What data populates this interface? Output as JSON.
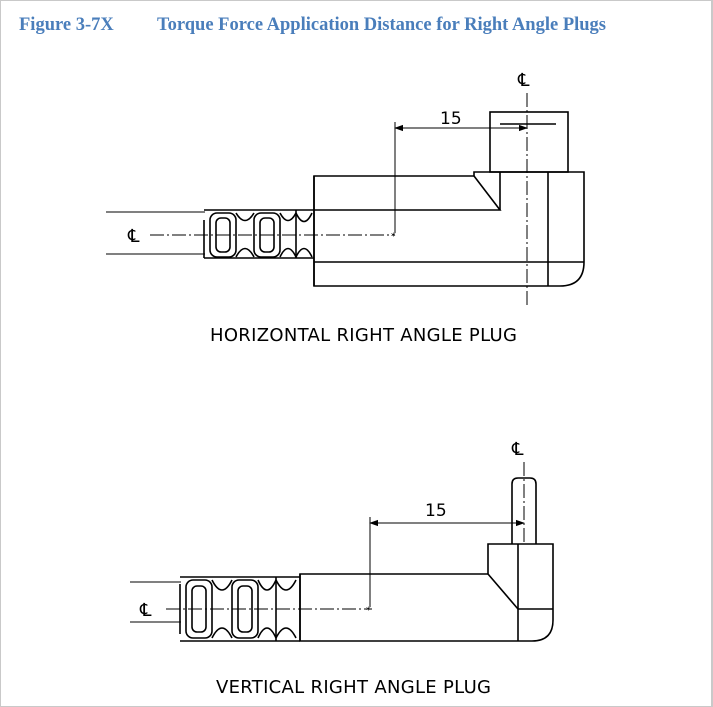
{
  "figure": {
    "number": "Figure 3-7X",
    "title": "Torque Force Application Distance for Right Angle Plugs",
    "color": "#4a7ebb"
  },
  "horizontal_plug": {
    "caption": "HORIZONTAL RIGHT ANGLE PLUG",
    "dimension": "15",
    "centerline_symbol": "℄"
  },
  "vertical_plug": {
    "caption": "VERTICAL RIGHT ANGLE PLUG",
    "dimension": "15",
    "centerline_symbol": "℄"
  }
}
